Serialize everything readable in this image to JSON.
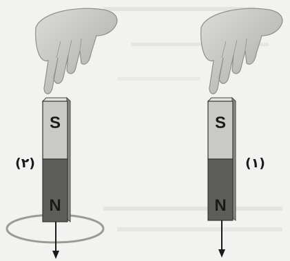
{
  "magnets": [
    {
      "label": "(٢)",
      "south_label": "S",
      "north_label": "N",
      "has_coil": true
    },
    {
      "label": "(١)",
      "south_label": "S",
      "north_label": "N",
      "has_coil": false
    }
  ],
  "colors": {
    "south_pole": "#c9c9c5",
    "north_pole": "#5d5d5a",
    "coil": "#9a9a97",
    "hand": "#c8c8c4",
    "background": "#f2f2f0"
  },
  "icons": [
    "hand-icon",
    "arrow-down-icon"
  ]
}
